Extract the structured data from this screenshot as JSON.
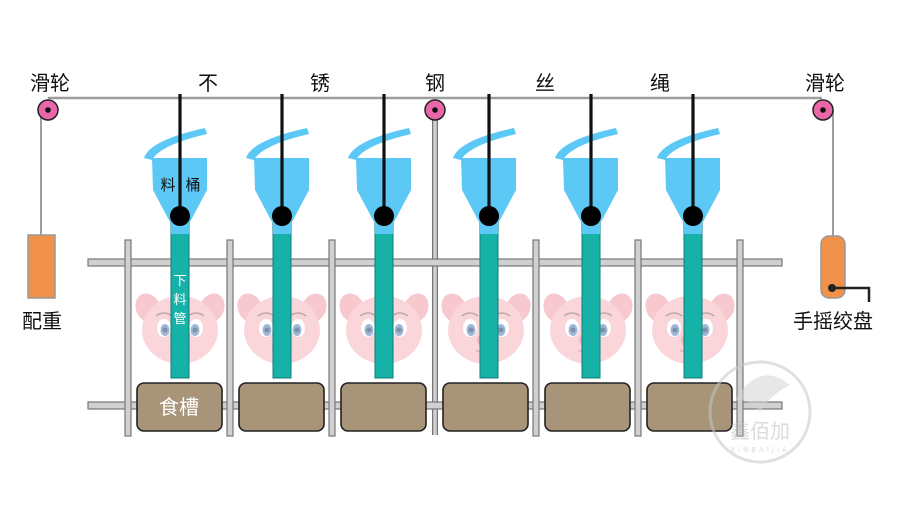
{
  "title_wire": {
    "chars": [
      "不",
      "锈",
      "钢",
      "丝",
      "绳"
    ]
  },
  "labels": {
    "pulley_left": "滑轮",
    "pulley_right": "滑轮",
    "counterweight": "配重",
    "winch": "手摇绞盘",
    "hopper": "料 桶",
    "hopper_char_1": "料",
    "hopper_char_2": "桶",
    "drop_tube": [
      "下",
      "料",
      "管"
    ],
    "trough": "食槽"
  },
  "stations": {
    "count": 6
  },
  "watermark": {
    "brand": "鑫佰加",
    "brand_latin": "XINBAIJIA"
  },
  "colors": {
    "hopper": "#5BC8F5",
    "tube": "#16B2A8",
    "trough": "#A89479",
    "pulley": "#E966A8",
    "counterweight": "#F0924A",
    "rail": "#BDBDBD",
    "pig": "#F8D0D4"
  }
}
